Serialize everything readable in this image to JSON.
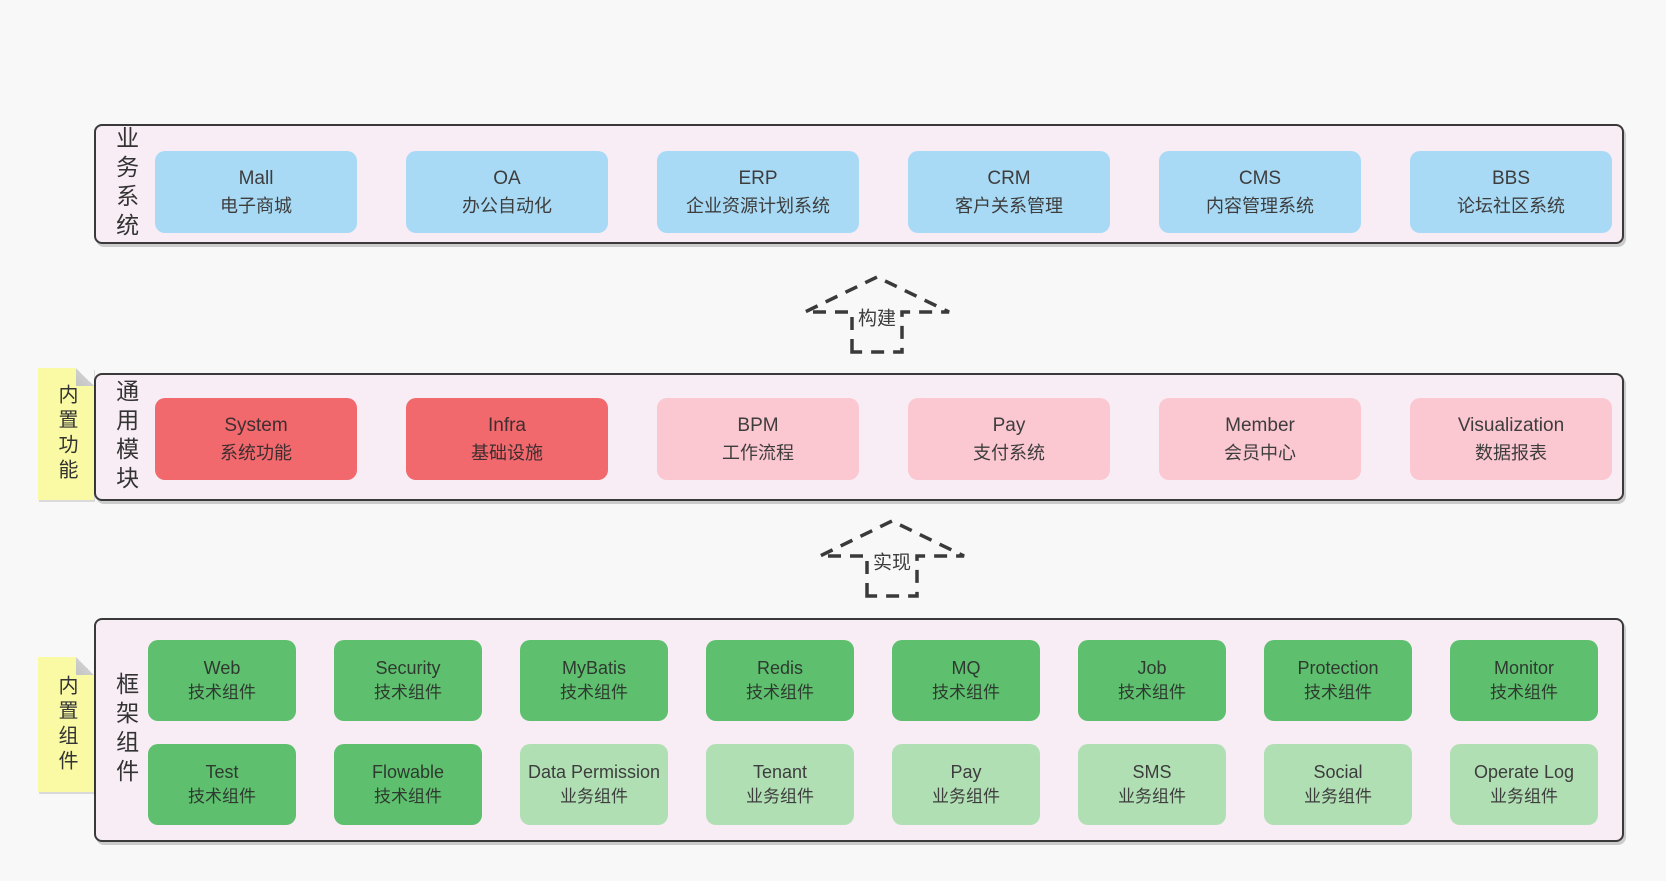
{
  "colors": {
    "page_bg": "#f8f8f8",
    "panel_bg": "#f8edf5",
    "panel_border": "#3a3a3a",
    "box_blue": "#a8daf5",
    "box_red": "#f1686d",
    "box_pink": "#fbc7d1",
    "box_green_dark": "#5ec06e",
    "box_green_light": "#b1dfb4",
    "note_yellow": "#fafaa4",
    "text": "#3d3d3d"
  },
  "panels": {
    "business": {
      "label": "业务系统",
      "boxes": [
        {
          "title": "Mall",
          "subtitle": "电子商城",
          "variant": "blue"
        },
        {
          "title": "OA",
          "subtitle": "办公自动化",
          "variant": "blue"
        },
        {
          "title": "ERP",
          "subtitle": "企业资源计划系统",
          "variant": "blue"
        },
        {
          "title": "CRM",
          "subtitle": "客户关系管理",
          "variant": "blue"
        },
        {
          "title": "CMS",
          "subtitle": "内容管理系统",
          "variant": "blue"
        },
        {
          "title": "BBS",
          "subtitle": "论坛社区系统",
          "variant": "blue"
        }
      ]
    },
    "modules": {
      "label": "通用模块",
      "note": "内置功能",
      "boxes": [
        {
          "title": "System",
          "subtitle": "系统功能",
          "variant": "red"
        },
        {
          "title": "Infra",
          "subtitle": "基础设施",
          "variant": "red"
        },
        {
          "title": "BPM",
          "subtitle": "工作流程",
          "variant": "pink"
        },
        {
          "title": "Pay",
          "subtitle": "支付系统",
          "variant": "pink"
        },
        {
          "title": "Member",
          "subtitle": "会员中心",
          "variant": "pink"
        },
        {
          "title": "Visualization",
          "subtitle": "数据报表",
          "variant": "pink"
        }
      ]
    },
    "framework": {
      "label": "框架组件",
      "note": "内置组件",
      "rows": [
        [
          {
            "title": "Web",
            "subtitle": "技术组件",
            "variant": "green-dark"
          },
          {
            "title": "Security",
            "subtitle": "技术组件",
            "variant": "green-dark"
          },
          {
            "title": "MyBatis",
            "subtitle": "技术组件",
            "variant": "green-dark"
          },
          {
            "title": "Redis",
            "subtitle": "技术组件",
            "variant": "green-dark"
          },
          {
            "title": "MQ",
            "subtitle": "技术组件",
            "variant": "green-dark"
          },
          {
            "title": "Job",
            "subtitle": "技术组件",
            "variant": "green-dark"
          },
          {
            "title": "Protection",
            "subtitle": "技术组件",
            "variant": "green-dark"
          },
          {
            "title": "Monitor",
            "subtitle": "技术组件",
            "variant": "green-dark"
          }
        ],
        [
          {
            "title": "Test",
            "subtitle": "技术组件",
            "variant": "green-dark"
          },
          {
            "title": "Flowable",
            "subtitle": "技术组件",
            "variant": "green-dark"
          },
          {
            "title": "Data Permission",
            "subtitle": "业务组件",
            "variant": "green-light"
          },
          {
            "title": "Tenant",
            "subtitle": "业务组件",
            "variant": "green-light"
          },
          {
            "title": "Pay",
            "subtitle": "业务组件",
            "variant": "green-light"
          },
          {
            "title": "SMS",
            "subtitle": "业务组件",
            "variant": "green-light"
          },
          {
            "title": "Social",
            "subtitle": "业务组件",
            "variant": "green-light"
          },
          {
            "title": "Operate Log",
            "subtitle": "业务组件",
            "variant": "green-light"
          }
        ]
      ]
    }
  },
  "arrows": [
    {
      "label": "构建"
    },
    {
      "label": "实现"
    }
  ]
}
